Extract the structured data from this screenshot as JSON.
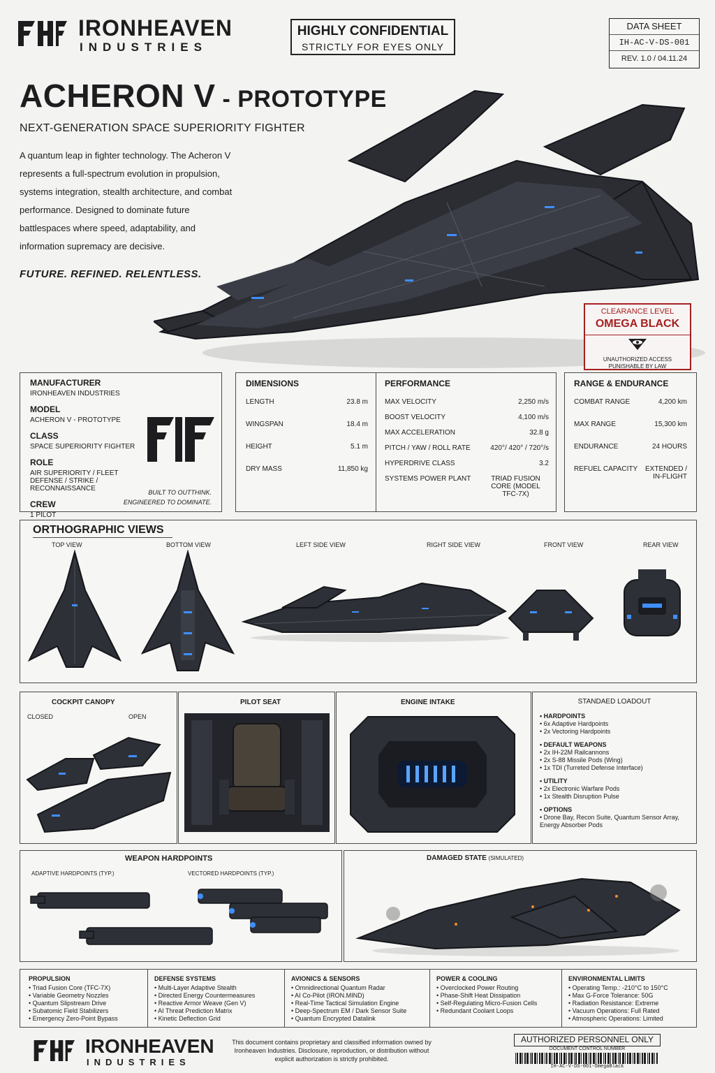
{
  "header": {
    "brand_name": "IRONHEAVEN",
    "brand_sub": "INDUSTRIES",
    "confidential_line1": "HIGHLY CONFIDENTIAL",
    "confidential_line2": "STRICTLY FOR EYES ONLY",
    "datasheet": [
      "DATA SHEET",
      "IH-AC-V-DS-001",
      "REV. 1.0 / 04.11.24"
    ]
  },
  "hero": {
    "title": "ACHERON V",
    "title_suffix": " - PROTOTYPE",
    "subtitle": "NEXT-GENERATION SPACE SUPERIORITY FIGHTER",
    "description": "A quantum leap in fighter technology. The Acheron V represents a full-spectrum evolution in propulsion, systems integration, stealth architecture, and combat performance. Designed to dominate future battlespaces where speed, adaptability, and information supremacy are decisive.",
    "tagline": "FUTURE. REFINED. RELENTLESS."
  },
  "clearance": {
    "label": "CLEARANCE LEVEL",
    "level": "OMEGA BLACK",
    "warning": "UNAUTHORIZED ACCESS PUNISHABLE BY LAW"
  },
  "info": {
    "manufacturer_label": "MANUFACTURER",
    "manufacturer": "IRONHEAVEN INDUSTRIES",
    "model_label": "MODEL",
    "model": "ACHERON V - PROTOTYPE",
    "class_label": "CLASS",
    "class": "SPACE SUPERIORITY FIGHTER",
    "role_label": "ROLE",
    "role": "AIR SUPERIORITY / FLEET DEFENSE / STRIKE / RECONNAISSANCE",
    "crew_label": "CREW",
    "crew": "1 PILOT",
    "motto_1": "BUILT TO OUTTHINK.",
    "motto_2": "ENGINEERED TO DOMINATE."
  },
  "dimensions": {
    "title": "DIMENSIONS",
    "rows": [
      {
        "k": "LENGTH",
        "v": "23.8 m"
      },
      {
        "k": "WINGSPAN",
        "v": "18.4 m"
      },
      {
        "k": "HEIGHT",
        "v": "5.1 m"
      },
      {
        "k": "DRY MASS",
        "v": "11,850 kg"
      }
    ]
  },
  "performance": {
    "title": "PERFORMANCE",
    "rows": [
      {
        "k": "MAX VELOCITY",
        "v": "2,250 m/s"
      },
      {
        "k": "BOOST VELOCITY",
        "v": "4,100 m/s"
      },
      {
        "k": "MAX ACCELERATION",
        "v": "32.8 g"
      },
      {
        "k": "PITCH / YAW / ROLL RATE",
        "v": "420°/ 420° / 720°/s"
      },
      {
        "k": "HYPERDRIVE CLASS",
        "v": "3.2"
      },
      {
        "k": "SYSTEMS POWER PLANT",
        "v": "TRIAD FUSION CORE (MODEL TFC-7X)"
      }
    ]
  },
  "range": {
    "title": "RANGE & ENDURANCE",
    "rows": [
      {
        "k": "COMBAT RANGE",
        "v": "4,200 km"
      },
      {
        "k": "MAX RANGE",
        "v": "15,300 km"
      },
      {
        "k": "ENDURANCE",
        "v": "24 HOURS"
      },
      {
        "k": "REFUEL CAPACITY",
        "v": "EXTENDED / IN-FLIGHT"
      }
    ]
  },
  "ortho": {
    "title": "ORTHOGRAPHIC VIEWS",
    "views": [
      "TOP VIEW",
      "BOTTOM VIEW",
      "LEFT SIDE VIEW",
      "RIGHT SIDE VIEW",
      "FRONT VIEW",
      "REAR VIEW"
    ]
  },
  "details": {
    "cockpit": "COCKPIT CANOPY",
    "closed": "CLOSED",
    "open": "OPEN",
    "seat": "PILOT SEAT",
    "intake": "ENGINE INTAKE"
  },
  "loadout": {
    "title": "STANDAED LOADOUT",
    "groups": [
      {
        "h": "HARDPOINTS",
        "items": [
          "6x Adaptive Hardpoints",
          "2x Vectoring Hardpoints"
        ]
      },
      {
        "h": "DEFAULT WEAPONS",
        "items": [
          "2x IH-22M Railcannons",
          "2x S-88 Missile Pods (Wing)",
          "1x TDI (Turreted Defense Interface)"
        ]
      },
      {
        "h": "UTILITY",
        "items": [
          "2x Electronic Warfare Pods",
          "1x Stealth Disruption Pulse"
        ]
      },
      {
        "h": "OPTIONS",
        "items": [
          "Drone Bay, Recon Suite, Quantum Sensor Array, Energy Absorber Pods"
        ]
      }
    ]
  },
  "weapons": {
    "title": "WEAPON HARDPOINTS",
    "adaptive": "ADAPTIVE HARDPOINTS (TYP.)",
    "vectored": "VECTORED HARDPOINTS (TYP.)"
  },
  "damaged": {
    "title": "DAMAGED STATE",
    "note": "(SIMULATED)"
  },
  "systems": [
    {
      "h": "PROPULSION",
      "items": [
        "Triad Fusion Core (TFC-7X)",
        "Variable Geometry Nozzles",
        "Quantum Slipstream Drive",
        "Subatomic Field Stabilizers",
        "Emergency Zero-Point Bypass"
      ]
    },
    {
      "h": "DEFENSE SYSTEMS",
      "items": [
        "Multi-Layer Adaptive Stealth",
        "Directed Energy Countermeasures",
        "Reactive Armor Weave (Gen V)",
        "AI Threat Prediction Matrix",
        "Kinetic Deflection Grid"
      ]
    },
    {
      "h": "AVIONICS & SENSORS",
      "items": [
        "Omnidirectional Quantum Radar",
        "AI Co-Pilot (IRON.MIND)",
        "Real-Time Tactical Simulation Engine",
        "Deep-Spectrum EM / Dark Sensor Suite",
        "Quantum Encrypted Datalink"
      ]
    },
    {
      "h": "POWER & COOLING",
      "items": [
        "Overclocked Power Routing",
        "Phase-Shift Heat Dissipation",
        "Self-Regulating Micro-Fusion Cells",
        "Redundant Coolant Loops"
      ]
    },
    {
      "h": "ENVIRONMENTAL LIMITS",
      "items": [
        "Operating Temp.: -210°C to 150°C",
        "Max G-Force Tolerance: 50G",
        "Radiation Resistance: Extreme",
        "Vacuum Operations: Full Rated",
        "Atmospheric Operations: Limited"
      ]
    }
  ],
  "footer": {
    "brand_name": "IRONHEAVEN",
    "brand_sub": "INDUSTRIES",
    "legal": "This document contains proprietary and classified information owned by Ironheaven Industries. Disclosure, reproduction, or distribution without explicit authorization is strictly prohibited.",
    "authorized": "AUTHORIZED PERSONNEL ONLY",
    "doc_control": "DOCUMENT CONTROL NUMBER",
    "doc_number": "IH-AC-V-DS-001-OmegaBlack"
  }
}
